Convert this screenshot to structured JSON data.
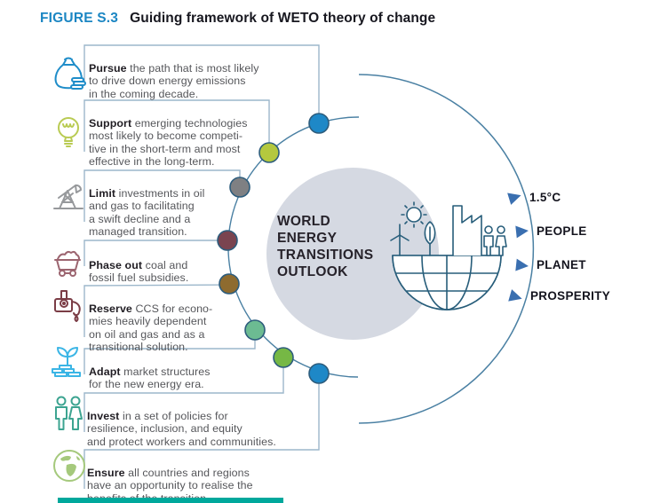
{
  "figure": {
    "label": "FIGURE S.3",
    "title": "Guiding framework of WETO theory of change"
  },
  "center": {
    "lines": [
      "WORLD",
      "ENERGY",
      "TRANSITIONS",
      "OUTLOOK"
    ],
    "circle_color": "#d5d9e2",
    "illustration": "half-globe with sun, wind turbine, leaf, factory and people"
  },
  "items": [
    {
      "lead": "Pursue",
      "text": " the path that is most likely\nto drive down energy emissions\nin the coming decade.",
      "icon": "money-bag-icon",
      "icon_color": "#1f8dc9",
      "dot_color": "#1e88c7"
    },
    {
      "lead": "Support",
      "text": " emerging technologies\nmost likely to become competi-\ntive in the short-term and most\neffective in the long-term.",
      "icon": "lightbulb-icon",
      "icon_color": "#b9cb53",
      "dot_color": "#b4c83e"
    },
    {
      "lead": "Limit",
      "text": " investments in oil\nand gas to facilitating\na swift decline and a\nmanaged transition.",
      "icon": "oil-pump-icon",
      "icon_color": "#97999c",
      "dot_color": "#7f8083"
    },
    {
      "lead": "Phase out",
      "text": " coal and\nfossil fuel subsidies.",
      "icon": "mine-cart-icon",
      "icon_color": "#9c6570",
      "dot_color": "#7a4450"
    },
    {
      "lead": "Reserve",
      "text": " CCS for econo-\nmies heavily dependent\non oil and gas and as a\ntransitional solution.",
      "icon": "oil-can-icon",
      "icon_color": "#7b3d46",
      "dot_color": "#8e6b2f"
    },
    {
      "lead": "Adapt",
      "text": " market structures\nfor the new energy era.",
      "icon": "coins-sprout-icon",
      "icon_color": "#3bb5e5",
      "dot_color": "#6cbb92"
    },
    {
      "lead": "Invest",
      "text": " in a set of policies for\nresilience, inclusion, and equity\nand protect workers and communities.",
      "icon": "people-icon",
      "icon_color": "#3da491",
      "dot_color": "#76b845"
    },
    {
      "lead": "Ensure",
      "text": " all countries and regions\nhave an opportunity to realise the\nbenefits of the transition.",
      "icon": "globe-icon",
      "icon_color": "#a5c97c",
      "dot_color": "#1e88c7"
    }
  ],
  "outcomes": [
    {
      "label": "1.5°C"
    },
    {
      "label": "PEOPLE"
    },
    {
      "label": "PLANET"
    },
    {
      "label": "PROSPERITY"
    }
  ],
  "colors": {
    "figure_label": "#1b86c3",
    "arc": "#4a80a3",
    "connector": "#9cb7cb",
    "arrow": "#3a6fb0",
    "center_circle": "#d5d9e2",
    "dot_stroke": "#2d5c7c",
    "illustration_stroke": "#275d7a",
    "footer_bar": "#00a89c"
  }
}
